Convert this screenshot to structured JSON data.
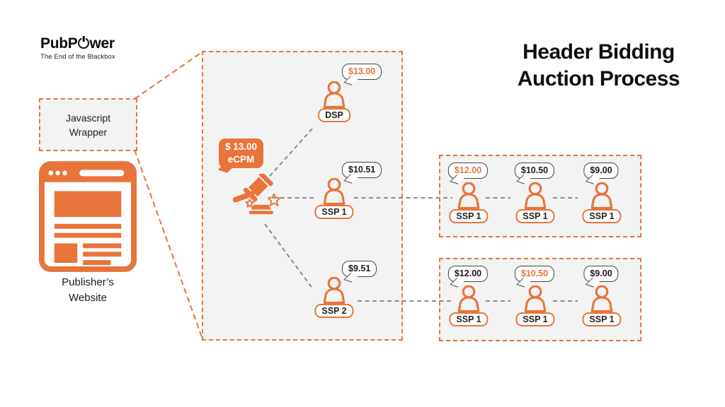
{
  "colors": {
    "orange": "#E8743C",
    "panel-bg": "#F3F3F3",
    "bubble-border": "#454545",
    "text-dark": "#1B1B1B",
    "connector-gray": "#7C7C7C"
  },
  "logo": {
    "name_pre": "PubP",
    "name_post": "wer",
    "power_icon": "power-button-icon",
    "tagline": "The End of the Blackbox"
  },
  "title": {
    "line1": "Header Bidding",
    "line2": "Auction Process"
  },
  "left_panel": {
    "wrapper_line1": "Javascript",
    "wrapper_line2": "Wrapper",
    "website_icon": "publisher-website-icon",
    "website_line1": "Publisher’s",
    "website_line2": "Website"
  },
  "main_auction": {
    "ecpm_line1": "$ 13.00",
    "ecpm_line2": "eCPM",
    "gavel_icon": "auction-gavel-icon",
    "bidders": [
      {
        "label": "DSP",
        "bid": "$13.00",
        "winner": true
      },
      {
        "label": "SSP 1",
        "bid": "$10.51",
        "winner": false
      },
      {
        "label": "SSP 2",
        "bid": "$9.51",
        "winner": false
      }
    ]
  },
  "ssp1_internal_auction": {
    "bidders": [
      {
        "label": "SSP 1",
        "bid": "$12.00",
        "winner": true
      },
      {
        "label": "SSP 1",
        "bid": "$10.50",
        "winner": false
      },
      {
        "label": "SSP 1",
        "bid": "$9.00",
        "winner": false
      }
    ]
  },
  "ssp2_internal_auction": {
    "bidders": [
      {
        "label": "SSP 1",
        "bid": "$12.00",
        "winner": false
      },
      {
        "label": "SSP 1",
        "bid": "$10.50",
        "winner": true
      },
      {
        "label": "SSP 1",
        "bid": "$9.00",
        "winner": false
      }
    ]
  }
}
